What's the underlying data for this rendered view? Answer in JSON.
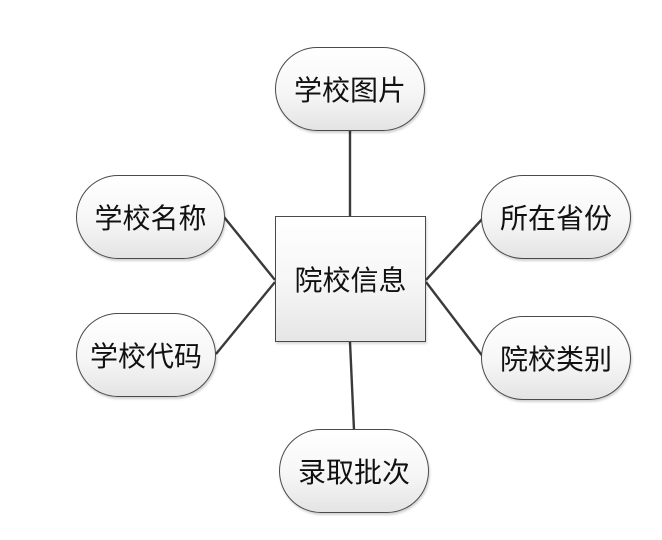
{
  "entity": {
    "label": "院校信息"
  },
  "attributes": [
    {
      "id": "school-image",
      "label": "学校图片"
    },
    {
      "id": "school-name",
      "label": "学校名称"
    },
    {
      "id": "province",
      "label": "所在省份"
    },
    {
      "id": "school-code",
      "label": "学校代码"
    },
    {
      "id": "school-category",
      "label": "院校类别"
    },
    {
      "id": "admission-batch",
      "label": "录取批次"
    }
  ],
  "colors": {
    "line": "#3a3a3a",
    "border": "#4a4a4a",
    "text": "#111111"
  }
}
